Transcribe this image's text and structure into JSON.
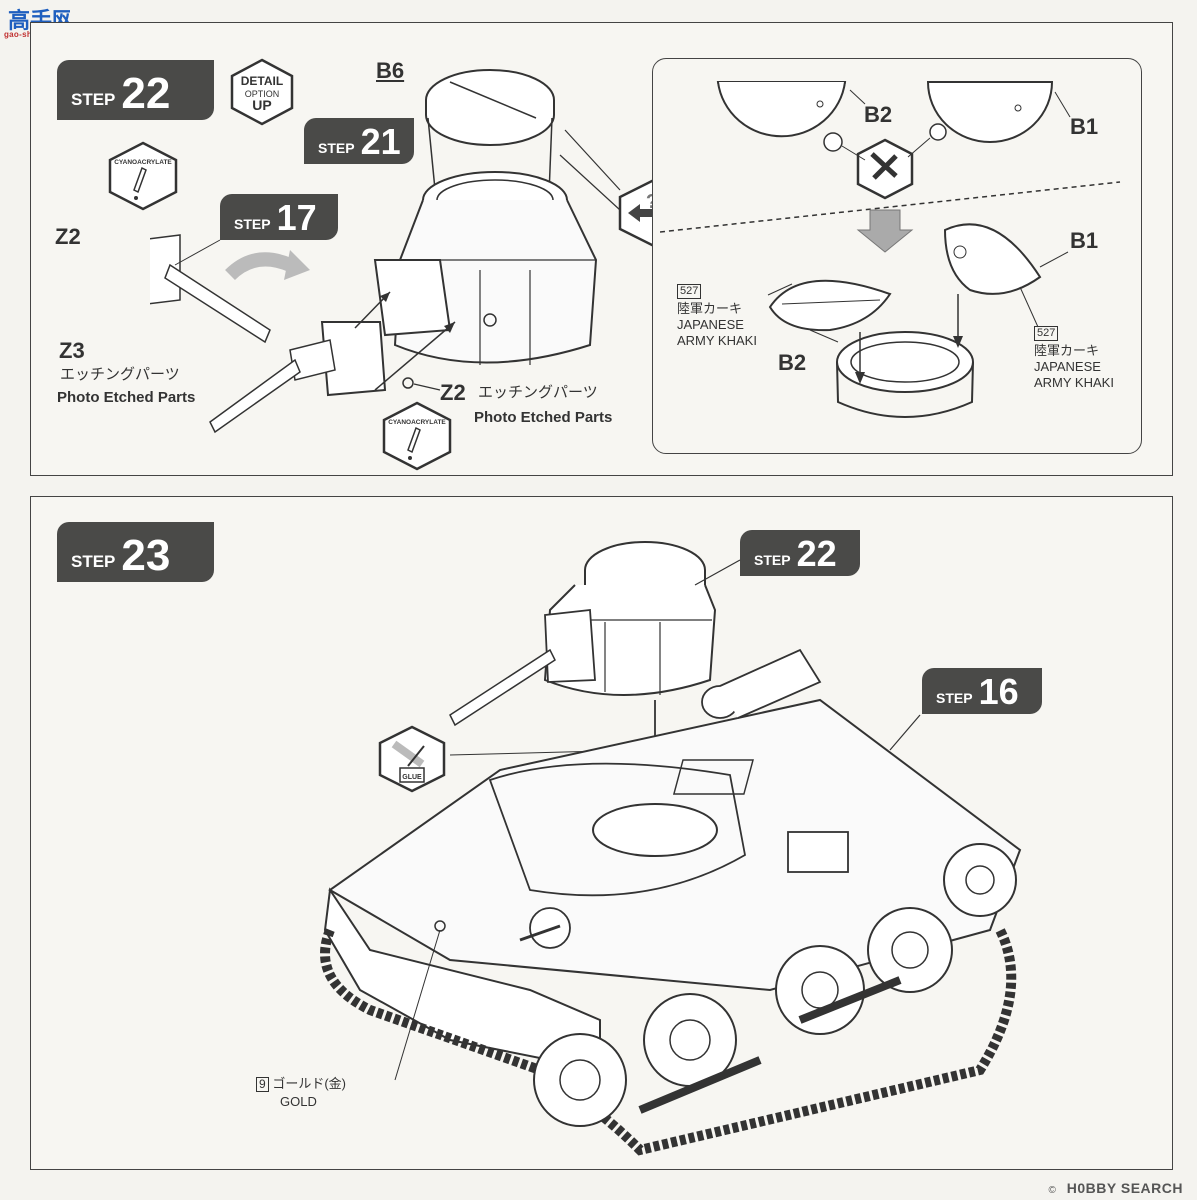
{
  "watermark": {
    "logo": "高手网",
    "url": "gao-shou-com"
  },
  "step22": {
    "step_word": "STEP",
    "step_num": "22",
    "detail_up": {
      "line1": "DETAIL",
      "line2": "OPTION",
      "line3": "UP"
    },
    "ref_step21": {
      "step_word": "STEP",
      "step_num": "21"
    },
    "ref_step17": {
      "step_word": "STEP",
      "step_num": "17"
    },
    "label_b6": "B6",
    "label_z2_left": "Z2",
    "label_z3": "Z3",
    "etching_jp_left": "エッチングパーツ",
    "etching_en_left": "Photo Etched Parts",
    "label_z2_right": "Z2",
    "etching_jp_right": "エッチングパーツ",
    "etching_en_right": "Photo Etched Parts",
    "cyano_label": "CYANOACRYLATE",
    "option": {
      "label_b2_top": "B2",
      "label_b1_top": "B1",
      "label_b1_mid": "B1",
      "label_b2_bottom": "B2",
      "paint_left": {
        "code": "527",
        "jp": "陸軍カーキ",
        "en1": "JAPANESE",
        "en2": "ARMY KHAKI"
      },
      "paint_right": {
        "code": "527",
        "jp": "陸軍カーキ",
        "en1": "JAPANESE",
        "en2": "ARMY KHAKI"
      }
    }
  },
  "step23": {
    "step_word": "STEP",
    "step_num": "23",
    "ref_step22": {
      "step_word": "STEP",
      "step_num": "22"
    },
    "ref_step16": {
      "step_word": "STEP",
      "step_num": "16"
    },
    "glue_label": "GLUE",
    "paint_gold": {
      "code": "9",
      "jp": "ゴールド(金)",
      "en": "GOLD"
    }
  },
  "footer": {
    "copyright": "©",
    "brand": "H0BBY SEARCH"
  }
}
